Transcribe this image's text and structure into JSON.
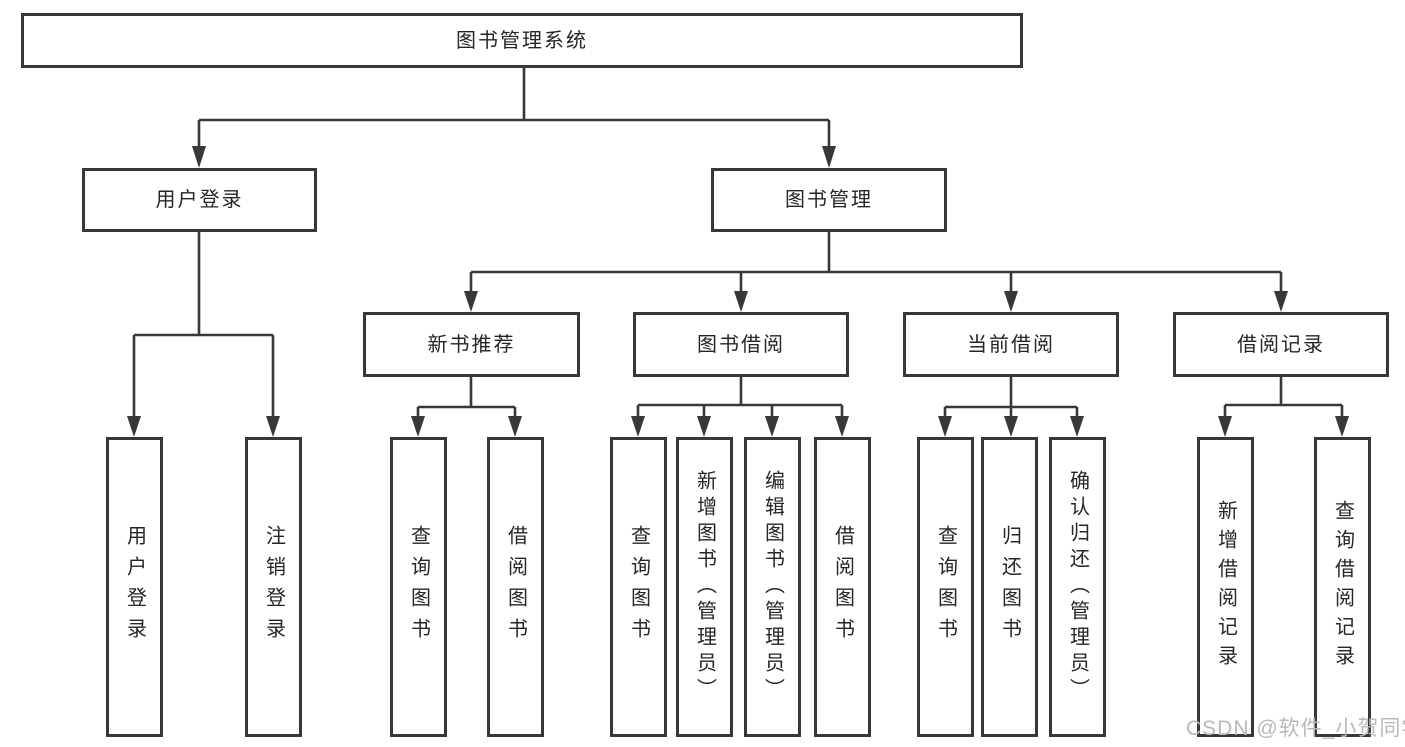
{
  "diagram_type": "hierarchy-tree",
  "colors": {
    "line": "#383838",
    "box_border": "#383838",
    "text": "#262626",
    "background": "#ffffff",
    "watermark": "#b9b9b9"
  },
  "tree": {
    "root": {
      "label": "图书管理系统"
    },
    "branches": [
      {
        "label": "用户登录",
        "children": [
          {
            "label": "用户登录"
          },
          {
            "label": "注销登录"
          }
        ]
      },
      {
        "label": "图书管理",
        "children": [
          {
            "label": "新书推荐",
            "children": [
              {
                "label": "查询图书"
              },
              {
                "label": "借阅图书"
              }
            ]
          },
          {
            "label": "图书借阅",
            "children": [
              {
                "label": "查询图书"
              },
              {
                "label": "新增图书（管理员）"
              },
              {
                "label": "编辑图书（管理员）"
              },
              {
                "label": "借阅图书"
              }
            ]
          },
          {
            "label": "当前借阅",
            "children": [
              {
                "label": "查询图书"
              },
              {
                "label": "归还图书"
              },
              {
                "label": "确认归还（管理员）"
              }
            ]
          },
          {
            "label": "借阅记录",
            "children": [
              {
                "label": "新增借阅记录"
              },
              {
                "label": "查询借阅记录"
              }
            ]
          }
        ]
      }
    ]
  },
  "watermark": "CSDN @软件_小贺同学"
}
